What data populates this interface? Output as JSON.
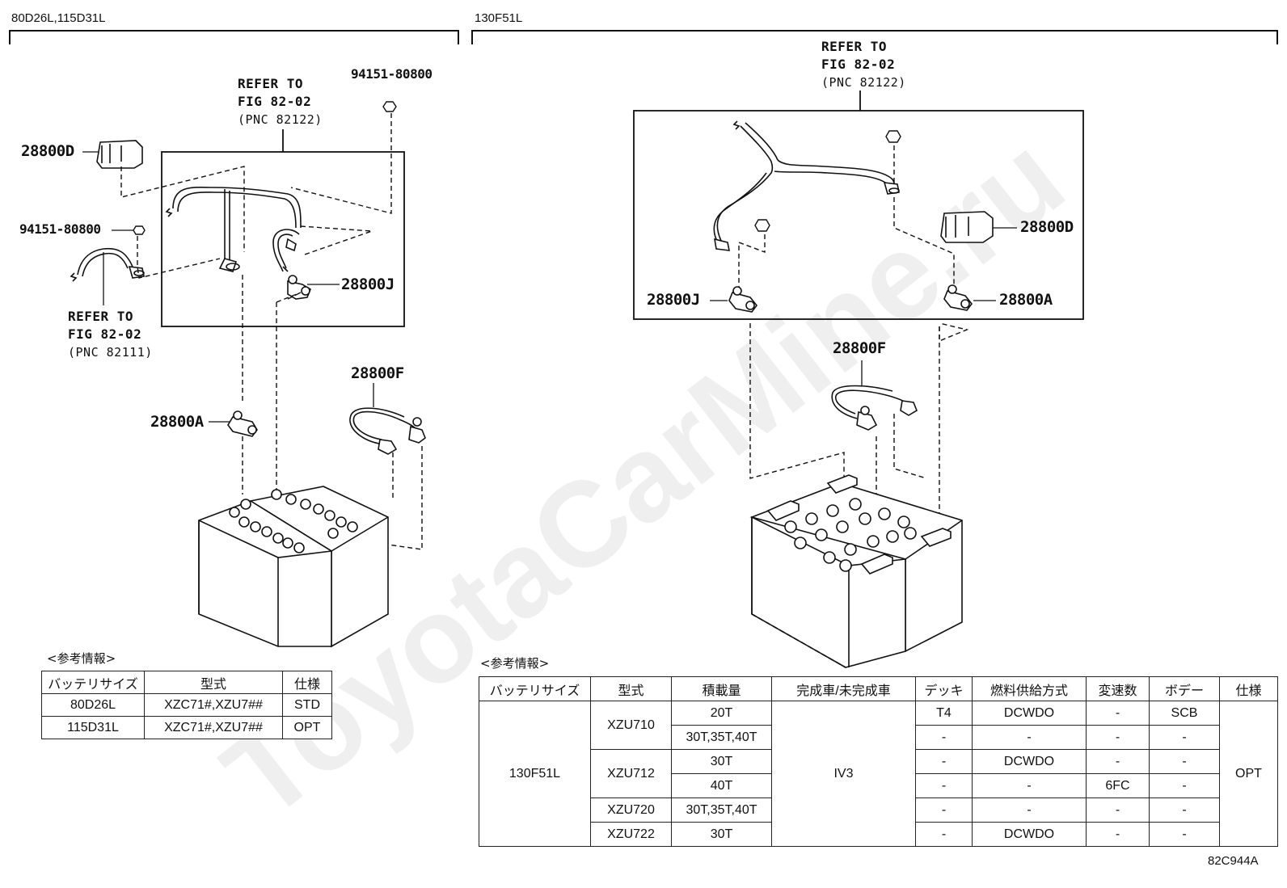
{
  "left": {
    "title": "80D26L,115D31L",
    "refer_box": {
      "line1": "REFER TO",
      "line2": "FIG 82-02",
      "line3": "(PNC 82122)"
    },
    "refer_cable": {
      "line1": "REFER TO",
      "line2": "FIG 82-02",
      "line3": "(PNC 82111)"
    },
    "parts": {
      "p28800D": "28800D",
      "p94151_top": "94151-80800",
      "p94151_left": "94151-80800",
      "p28800J": "28800J",
      "p28800A": "28800A",
      "p28800F": "28800F"
    },
    "info_title": "<参考情報>",
    "table": {
      "headers": [
        "バッテリサイズ",
        "型式",
        "仕様"
      ],
      "rows": [
        [
          "80D26L",
          "XZC71#,XZU7##",
          "STD"
        ],
        [
          "115D31L",
          "XZC71#,XZU7##",
          "OPT"
        ]
      ]
    }
  },
  "right": {
    "title": "130F51L",
    "refer_box": {
      "line1": "REFER TO",
      "line2": "FIG 82-02",
      "line3": "(PNC 82122)"
    },
    "parts": {
      "p28800D": "28800D",
      "p28800J": "28800J",
      "p28800A": "28800A",
      "p28800F": "28800F"
    },
    "info_title": "<参考情報>",
    "table": {
      "headers": [
        "バッテリサイズ",
        "型式",
        "積載量",
        "完成車/未完成車",
        "デッキ",
        "燃料供給方式",
        "変速数",
        "ボデー",
        "仕様"
      ],
      "battery": "130F51L",
      "completion": "IV3",
      "spec": "OPT",
      "groups": [
        {
          "model": "XZU710",
          "rows": [
            [
              "20T",
              "T4",
              "DCWDO",
              "-",
              "SCB"
            ],
            [
              "30T,35T,40T",
              "-",
              "-",
              "-",
              "-"
            ]
          ]
        },
        {
          "model": "XZU712",
          "rows": [
            [
              "30T",
              "-",
              "DCWDO",
              "-",
              "-"
            ],
            [
              "40T",
              "-",
              "-",
              "6FC",
              "-"
            ]
          ]
        },
        {
          "model": "XZU720",
          "rows": [
            [
              "30T,35T,40T",
              "-",
              "-",
              "-",
              "-"
            ]
          ]
        },
        {
          "model": "XZU722",
          "rows": [
            [
              "30T",
              "-",
              "DCWDO",
              "-",
              "-"
            ]
          ]
        }
      ]
    }
  },
  "figure_number": "82C944A",
  "watermark": "ToyotaCarMine.ru"
}
